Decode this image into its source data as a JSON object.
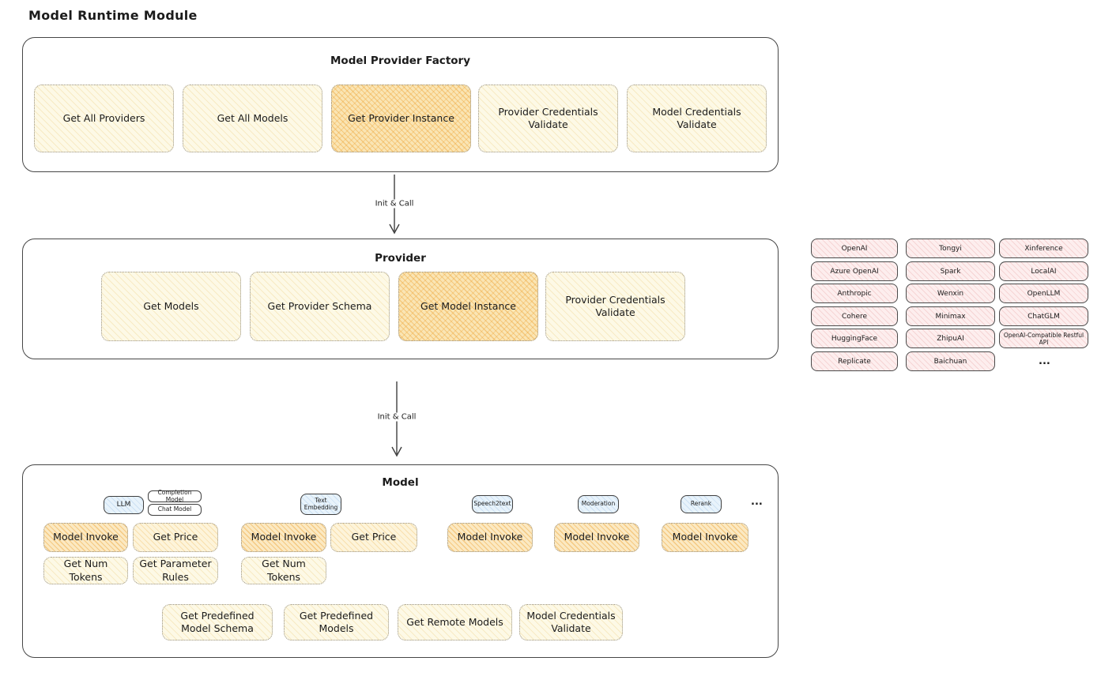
{
  "title": "Model Runtime Module",
  "arrow_label": "Init & Call",
  "factory": {
    "title": "Model Provider Factory",
    "items": [
      "Get All Providers",
      "Get All Models",
      "Get Provider Instance",
      "Provider Credentials Validate",
      "Model Credentials Validate"
    ]
  },
  "provider": {
    "title": "Provider",
    "items": [
      "Get Models",
      "Get Provider Schema",
      "Get Model Instance",
      "Provider Credentials Validate"
    ]
  },
  "providers_grid": {
    "col1": [
      "OpenAI",
      "Azure OpenAI",
      "Anthropic",
      "Cohere",
      "HuggingFace",
      "Replicate"
    ],
    "col2": [
      "Tongyi",
      "Spark",
      "Wenxin",
      "Minimax",
      "ZhipuAI",
      "Baichuan"
    ],
    "col3": [
      "Xinference",
      "LocalAI",
      "OpenLLM",
      "ChatGLM",
      "OpenAI-Compatible Restful API"
    ],
    "more": "..."
  },
  "model": {
    "title": "Model",
    "tabs": {
      "llm": "LLM",
      "completion": "Completion Model",
      "chat": "Chat Model",
      "text_embedding": "Text Embedding",
      "speech2text": "Speech2text",
      "moderation": "Moderation",
      "rerank": "Rerank",
      "more": "..."
    },
    "row1": [
      "Model Invoke",
      "Get Price",
      "Model Invoke",
      "Get Price",
      "Model Invoke",
      "Model Invoke",
      "Model Invoke"
    ],
    "row2": [
      "Get Num Tokens",
      "Get Parameter Rules",
      "Get Num Tokens"
    ],
    "row3": [
      "Get Predefined Model Schema",
      "Get Predefined Models",
      "Get Remote Models",
      "Model Credentials Validate"
    ]
  },
  "colors": {
    "outline": "#464646",
    "node_fill_light": "#fdf9e6",
    "node_fill_highlight": "#fae5b4",
    "node_fill_invoke": "#fbe9c2",
    "provider_pill_fill": "#fdeeee",
    "tab_fill": "#e8f3fb"
  }
}
